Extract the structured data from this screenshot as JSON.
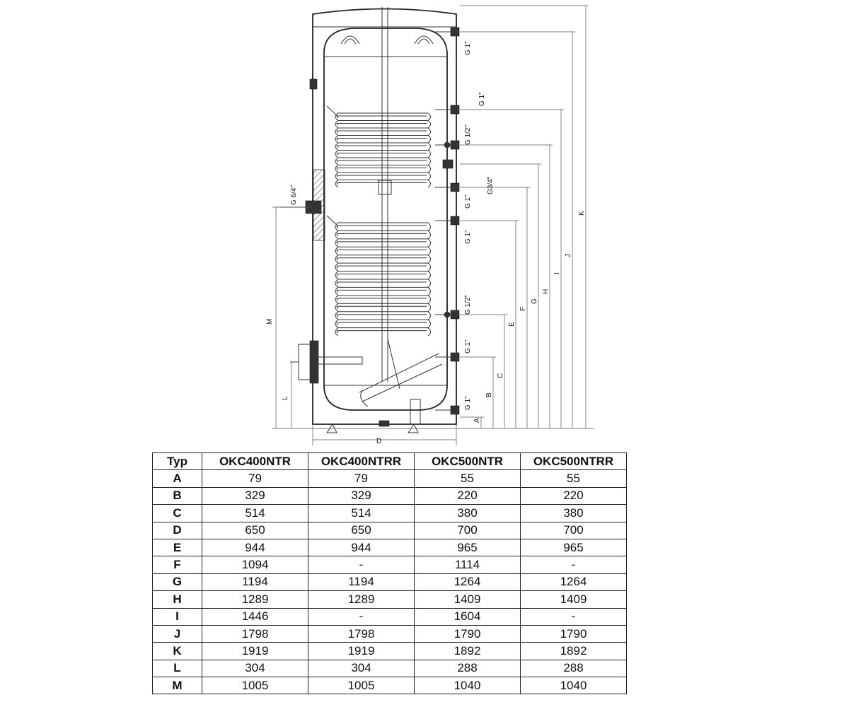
{
  "drawing": {
    "connections": [
      "G 1\"",
      "G 1\"",
      "G 1/2\"",
      "G3/4\"",
      "G 1\"",
      "G 1\"",
      "G 1/2\"",
      "G 1\"",
      "G 1\""
    ],
    "left_connection": "G 6/4\"",
    "dimension_letters": [
      "A",
      "B",
      "C",
      "E",
      "F",
      "G",
      "H",
      "I",
      "J",
      "K"
    ],
    "left_letters": [
      "M",
      "L"
    ],
    "bottom_letter": "D"
  },
  "table": {
    "header": [
      "Typ",
      "OKC400NTR",
      "OKC400NTRR",
      "OKC500NTR",
      "OKC500NTRR"
    ],
    "rows": [
      [
        "A",
        "79",
        "79",
        "55",
        "55"
      ],
      [
        "B",
        "329",
        "329",
        "220",
        "220"
      ],
      [
        "C",
        "514",
        "514",
        "380",
        "380"
      ],
      [
        "D",
        "650",
        "650",
        "700",
        "700"
      ],
      [
        "E",
        "944",
        "944",
        "965",
        "965"
      ],
      [
        "F",
        "1094",
        "-",
        "1114",
        "-"
      ],
      [
        "G",
        "1194",
        "1194",
        "1264",
        "1264"
      ],
      [
        "H",
        "1289",
        "1289",
        "1409",
        "1409"
      ],
      [
        "I",
        "1446",
        "-",
        "1604",
        "-"
      ],
      [
        "J",
        "1798",
        "1798",
        "1790",
        "1790"
      ],
      [
        "K",
        "1919",
        "1919",
        "1892",
        "1892"
      ],
      [
        "L",
        "304",
        "304",
        "288",
        "288"
      ],
      [
        "M",
        "1005",
        "1005",
        "1040",
        "1040"
      ]
    ]
  }
}
